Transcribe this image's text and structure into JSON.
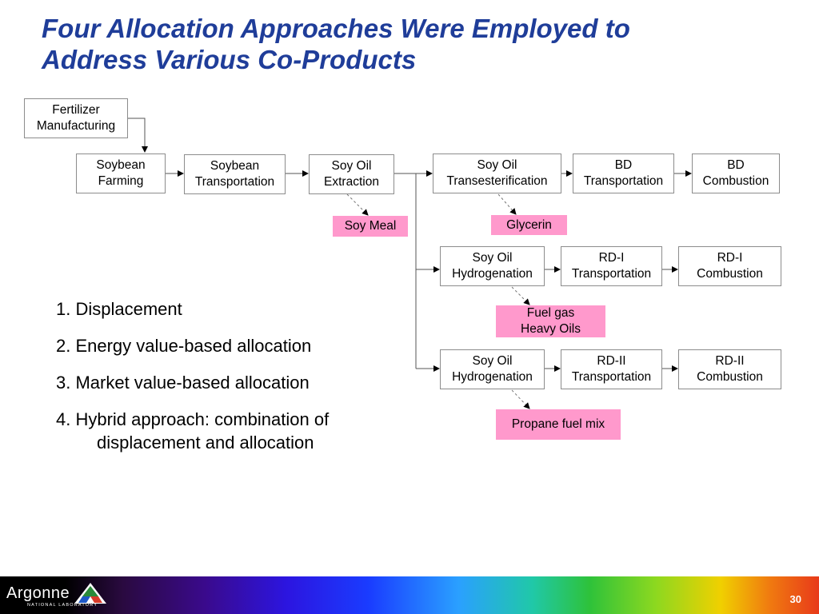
{
  "slide": {
    "title_line1": "Four Allocation Approaches Were Employed to",
    "title_line2": "Address Various Co-Products",
    "page_number": "30"
  },
  "diagram": {
    "nodes": {
      "fertilizer": [
        "Fertilizer",
        "Manufacturing"
      ],
      "soybean_farming": [
        "Soybean",
        "Farming"
      ],
      "soybean_transport": [
        "Soybean",
        "Transportation"
      ],
      "soy_oil_extraction": [
        "Soy Oil",
        "Extraction"
      ],
      "transesterification": [
        "Soy Oil",
        "Transesterification"
      ],
      "bd_transport": [
        "BD",
        "Transportation"
      ],
      "bd_combustion": [
        "BD",
        "Combustion"
      ],
      "hydrogenation_1": [
        "Soy Oil",
        "Hydrogenation"
      ],
      "rd1_transport": [
        "RD-I",
        "Transportation"
      ],
      "rd1_combustion": [
        "RD-I",
        "Combustion"
      ],
      "hydrogenation_2": [
        "Soy Oil",
        "Hydrogenation"
      ],
      "rd2_transport": [
        "RD-II",
        "Transportation"
      ],
      "rd2_combustion": [
        "RD-II",
        "Combustion"
      ]
    },
    "coproducts": {
      "soy_meal": [
        "Soy Meal"
      ],
      "glycerin": [
        "Glycerin"
      ],
      "fuel_gas": [
        "Fuel gas",
        "Heavy Oils"
      ],
      "propane": [
        "Propane fuel mix"
      ]
    },
    "coproduct_color": "#ff99cc"
  },
  "approaches": [
    {
      "line1": "1. Displacement"
    },
    {
      "line1": "2. Energy value-based allocation"
    },
    {
      "line1": "3. Market value-based allocation"
    },
    {
      "line1": "4. Hybrid approach: combination of",
      "line2": "displacement and allocation"
    }
  ],
  "logo": {
    "name": "Argonne",
    "subtitle": "NATIONAL LABORATORY"
  }
}
